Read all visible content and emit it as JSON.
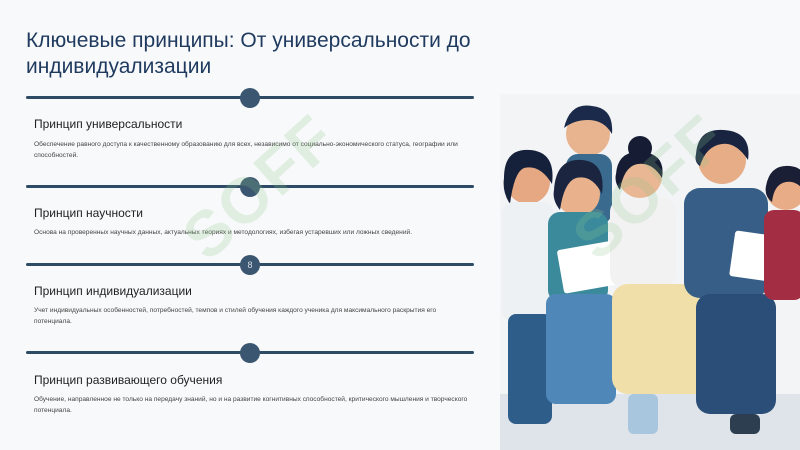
{
  "slide": {
    "title": "Ключевые принципы: От универсальности до индивидуализации",
    "watermark": "SOFF",
    "principles": [
      {
        "marker": "",
        "heading": "Принцип универсальности",
        "description": "Обеспечение равного доступа к качественному образованию для всех, независимо от социально-экономического статуса, географии или способностей."
      },
      {
        "marker": "",
        "heading": "Принцип научности",
        "description": "Основа на проверенных научных данных, актуальных теориях и методологиях, избегая устаревших или ложных сведений."
      },
      {
        "marker": "8",
        "heading": "Принцип индивидуализации",
        "description": "Учет индивидуальных особенностей, потребностей, темпов и стилей обучения каждого ученика для максимального раскрытия его потенциала."
      },
      {
        "marker": "",
        "heading": "Принцип развивающего обучения",
        "description": "Обучение, направленное не только на передачу знаний, но и на развитие когнитивных способностей, критического мышления и творческого потенциала."
      }
    ]
  },
  "colors": {
    "title": "#1f3a5f",
    "divider": "#2e4b66",
    "marker": "#3a5670",
    "background": "#f8f9fa"
  }
}
